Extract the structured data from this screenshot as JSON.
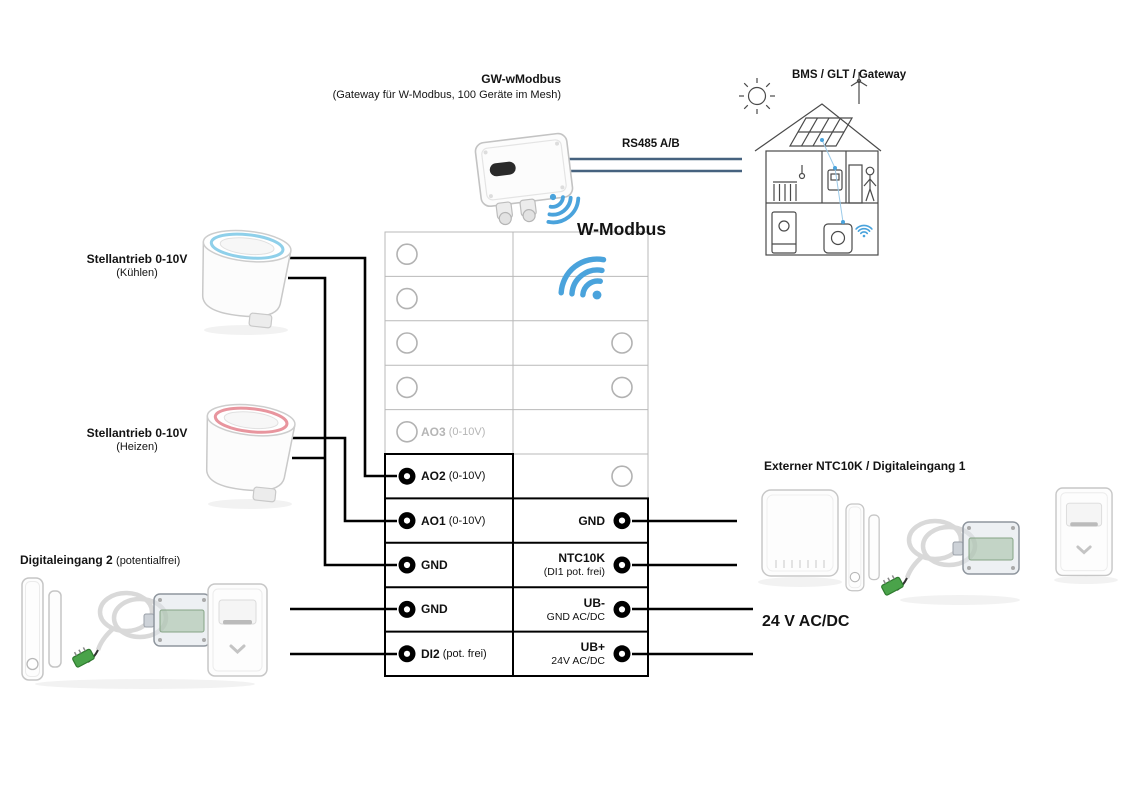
{
  "gateway": {
    "title": "GW-wModbus",
    "subtitle": "(Gateway für W-Modbus, 100 Geräte im Mesh)"
  },
  "bms": {
    "label": "BMS / GLT / Gateway"
  },
  "bus": {
    "rs485_label": "RS485 A/B",
    "wmodbus_label": "W-Modbus"
  },
  "left": {
    "cooling": {
      "title": "Stellantrieb 0-10V",
      "subtitle": "(Kühlen)"
    },
    "heating": {
      "title": "Stellantrieb 0-10V",
      "subtitle": "(Heizen)"
    },
    "digital2": {
      "title": "Digitaleingang 2",
      "subtitle": "(potentialfrei)"
    }
  },
  "right": {
    "sensor_title": "Externer NTC10K / Digitaleingang 1",
    "power_label": "24 V AC/DC"
  },
  "terminals": {
    "ao3": {
      "name": "AO3",
      "range": "(0-10V)"
    },
    "ao2": {
      "name": "AO2",
      "range": "(0-10V)"
    },
    "ao1": {
      "name": "AO1",
      "range": "(0-10V)"
    },
    "gnd_a": {
      "name": "GND"
    },
    "gnd_b": {
      "name": "GND"
    },
    "di2": {
      "name": "DI2",
      "range": "(pot. frei)"
    },
    "gnd_r": {
      "name": "GND"
    },
    "ntc": {
      "name": "NTC10K",
      "sub": "(DI1 pot. frei)"
    },
    "ub_minus": {
      "name": "UB-",
      "sub": "GND AC/DC"
    },
    "ub_plus": {
      "name": "UB+",
      "sub": "24V AC/DC"
    }
  },
  "icons": {
    "gateway_wifi": "wifi",
    "table_wifi": "wifi",
    "building_wifi": "wifi",
    "sun": "sun",
    "solar_panel": "solar-panel",
    "wind_turbine": "wind-turbine",
    "radiator": "radiator",
    "thermostat": "thermostat",
    "person_at_door": "person-at-door",
    "boiler": "boiler"
  },
  "colors": {
    "wire": "#000000",
    "rs485_line": "#46627f",
    "wifi_blue": "#4aa3dc",
    "cooling_accent": "#8fd0ea",
    "heating_accent": "#e8959e",
    "grid_gray": "#b9b9b9",
    "disabled_text": "#b5b5b5"
  }
}
